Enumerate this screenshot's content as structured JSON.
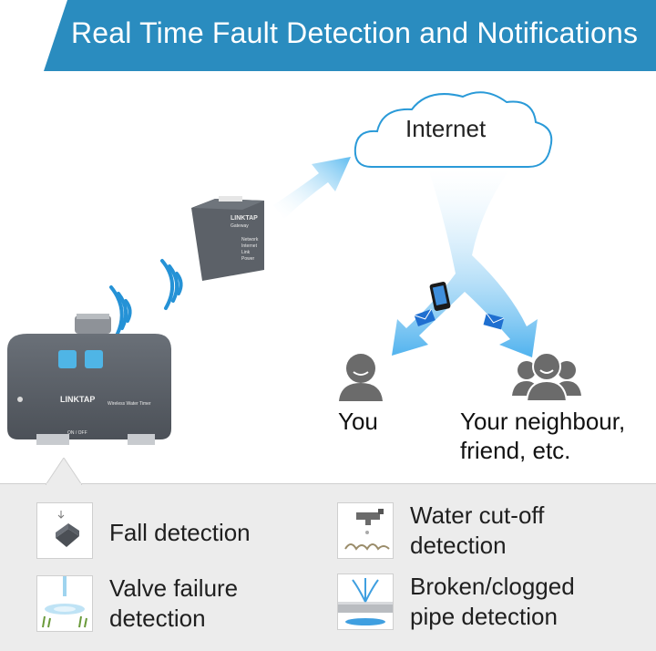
{
  "banner": {
    "title": "Real Time Fault Detection and Notifications"
  },
  "cloud": {
    "label": "Internet"
  },
  "gateway": {
    "brand": "LINKTAP",
    "name": "Gateway",
    "leds": [
      "Network",
      "Internet",
      "Link",
      "Power"
    ]
  },
  "device": {
    "brand": "LINKTAP",
    "model": "Wireless Water Timer",
    "switch": "ON / OFF"
  },
  "recipients": {
    "you": "You",
    "others_line1": "Your neighbour,",
    "others_line2": "friend, etc."
  },
  "features": [
    {
      "icon": "fall-detection-icon",
      "line1": "Fall detection",
      "line2": ""
    },
    {
      "icon": "water-cutoff-icon",
      "line1": "Water cut-off",
      "line2": "detection"
    },
    {
      "icon": "valve-failure-icon",
      "line1": "Valve failure",
      "line2": "detection"
    },
    {
      "icon": "broken-pipe-icon",
      "line1": "Broken/clogged",
      "line2": "pipe detection"
    }
  ],
  "colors": {
    "banner": "#2a8cbf",
    "arrow": "#6cc3f0",
    "device": "#5a6068",
    "panel": "#ececec"
  }
}
